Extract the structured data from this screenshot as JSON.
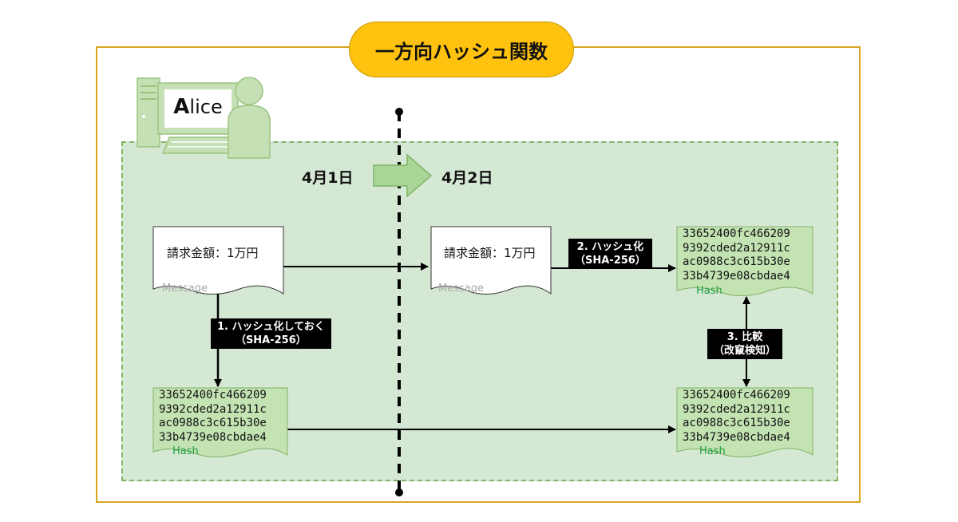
{
  "title": "一方向ハッシュ関数",
  "actor": {
    "initial": "A",
    "rest": "lice"
  },
  "dates": {
    "left": "4月1日",
    "right": "4月2日"
  },
  "message": {
    "text": "請求金額：1万円",
    "label": "Message"
  },
  "hash": {
    "lines": [
      "33652400fc466209",
      "9392cded2a12911c",
      "ac0988c3c615b30e",
      "33b4739e08cbdae4"
    ],
    "label": "Hash"
  },
  "steps": {
    "s1": {
      "line1": "1. ハッシュ化しておく",
      "line2": "（SHA-256）"
    },
    "s2": {
      "line1": "2. ハッシュ化",
      "line2": "（SHA-256）"
    },
    "s3": {
      "line1": "3. 比較",
      "line2": "（改竄検知）"
    }
  },
  "colors": {
    "frame": "#d9a520",
    "title_bg": "#ffc20e",
    "zone_fill": "#d5e8d4",
    "zone_border": "#82b366",
    "hash_label": "#1f9e3f",
    "arrow_green": "#a9d597"
  },
  "icons": [
    "computer-icon",
    "user-icon",
    "arrow-right-icon"
  ]
}
